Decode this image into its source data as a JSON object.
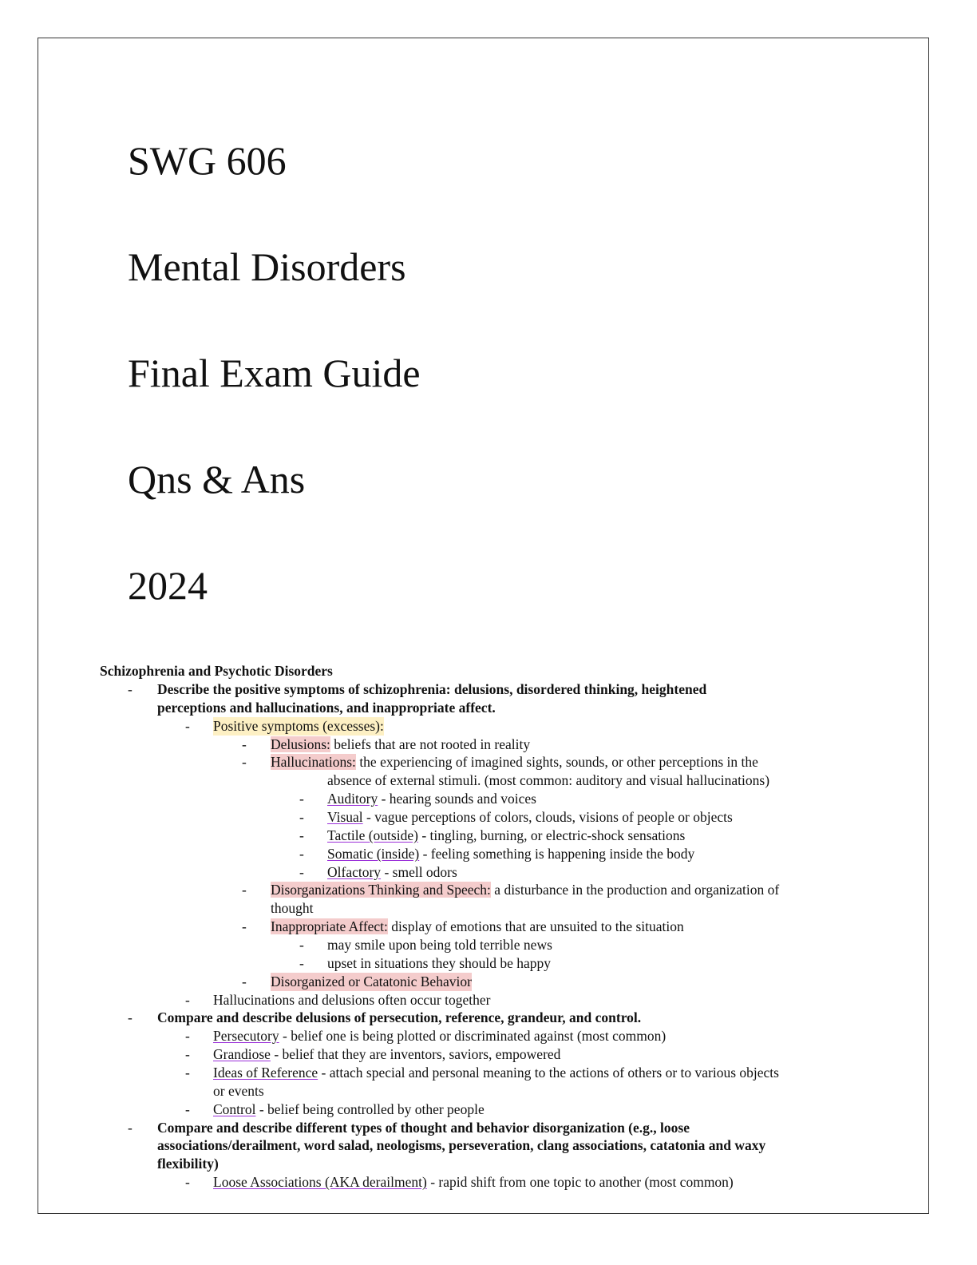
{
  "cover": {
    "course": "SWG 606",
    "subject": "Mental Disorders",
    "title": "Final Exam Guide",
    "subtitle": "Qns & Ans",
    "year": "2024"
  },
  "notes": {
    "section_heading": "Schizophrenia and Psychotic Disorders",
    "dash": "-",
    "q1": {
      "line1": "Describe the positive symptoms of schizophrenia: delusions, disordered thinking, heightened",
      "line2": "perceptions and hallucinations, and inappropriate affect."
    },
    "positive_symptoms": "Positive symptoms (excesses):",
    "delusions_term": "Delusions:",
    "delusions_def": " beliefs that are not rooted in reality",
    "hallucinations_term": "Hallucinations:",
    "hallucinations_def1": " the experiencing of imagined sights, sounds, or other perceptions in the",
    "hallucinations_def2": "absence of external stimuli. (most common: auditory and visual hallucinations)",
    "auditory_term": "Auditory",
    "auditory_def": " - hearing sounds and voices",
    "visual_term": "Visual",
    "visual_def": " - vague perceptions of colors, clouds, visions of people or objects",
    "tactile_term": "Tactile (outside)",
    "tactile_def": " - tingling, burning, or electric-shock sensations",
    "somatic_term": "Somatic (inside)",
    "somatic_def": " - feeling something is happening inside the body",
    "olfactory_term": "Olfactory",
    "olfactory_def": " - smell odors",
    "disorg_term": "Disorganizations Thinking and Speech:",
    "disorg_def1": " a disturbance in the production and organization of",
    "disorg_def2": "thought",
    "affect_term": "Inappropriate Affect:",
    "affect_def": " display of emotions that are unsuited to the situation",
    "affect_ex1": "may smile upon being told terrible news",
    "affect_ex2": "upset in situations they should be happy",
    "catatonic_term": "Disorganized or Catatonic Behavior",
    "together": "Hallucinations and delusions often occur together",
    "q2": "Compare and describe delusions of persecution, reference, grandeur, and control.",
    "persecutory_term": "Persecutory",
    "persecutory_def": " - belief one is being plotted or discriminated against (most common)",
    "grandiose_term": "Grandiose",
    "grandiose_def": " - belief that they are inventors, saviors, empowered",
    "reference_term": "Ideas of Reference",
    "reference_def1": " - attach special and personal meaning to the actions of others or to various objects",
    "reference_def2": "or events",
    "control_term": "Control",
    "control_def": " - belief being controlled by other people",
    "q3": {
      "line1": "Compare and describe different types of thought and behavior disorganization (e.g., loose",
      "line2": "associations/derailment, word salad, neologisms, perseveration, clang associations, catatonia and waxy",
      "line3": "flexibility)"
    },
    "loose_term": "Loose Associations (AKA derailment)",
    "loose_def": " - rapid shift from one topic to another (most common)"
  }
}
